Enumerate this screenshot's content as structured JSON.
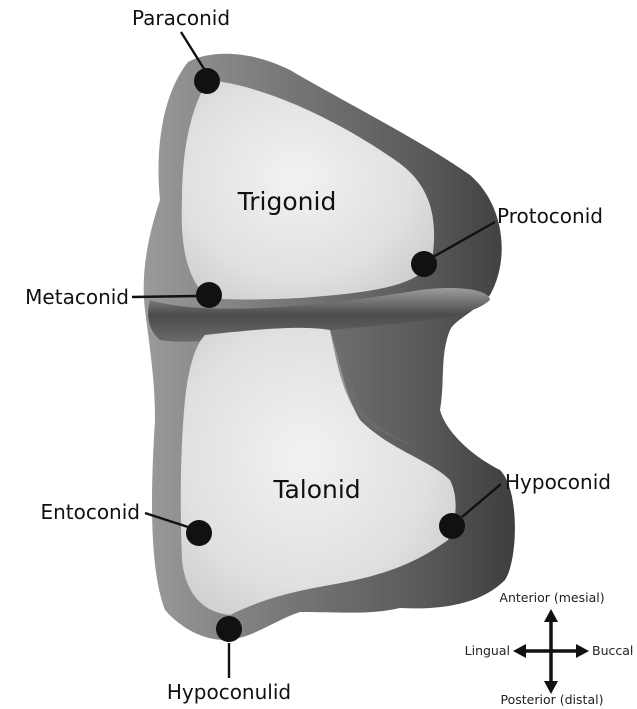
{
  "regions": {
    "trigonid": "Trigonid",
    "talonid": "Talonid"
  },
  "cusps": {
    "paraconid": "Paraconid",
    "protoconid": "Protoconid",
    "metaconid": "Metaconid",
    "hypoconid": "Hypoconid",
    "entoconid": "Entoconid",
    "hypoconulid": "Hypoconulid"
  },
  "orientation": {
    "anterior": "Anterior (mesial)",
    "posterior": "Posterior (distal)",
    "lingual": "Lingual",
    "buccal": "Buccal"
  },
  "colors": {
    "background": "#ffffff",
    "tooth_light": "#e8e8e8",
    "tooth_dark": "#4a4a4a",
    "marker": "#111111"
  }
}
